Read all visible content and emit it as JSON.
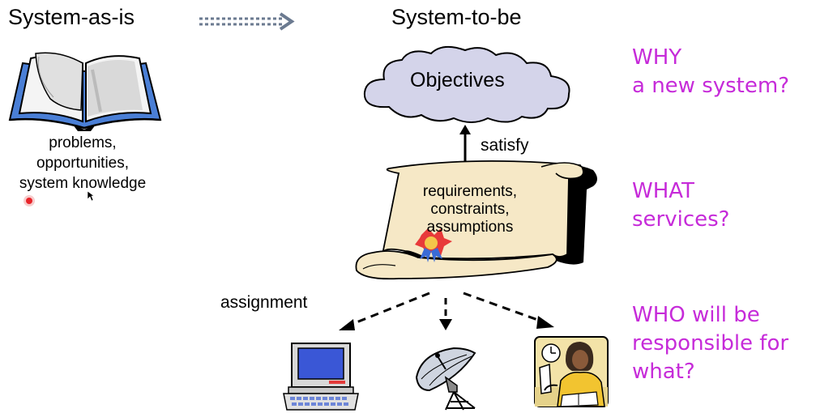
{
  "system_as_is": "System-as-is",
  "system_to_be": "System-to-be",
  "book_caption": [
    "problems,",
    "opportunities,",
    "system knowledge"
  ],
  "cloud_label": "Objectives",
  "satisfy_label": "satisfy",
  "scroll_lines": [
    "requirements,",
    "constraints,",
    "assumptions"
  ],
  "assignment_label": "assignment",
  "questions": {
    "why": [
      "WHY",
      "a new system?"
    ],
    "what": [
      "WHAT",
      "services?"
    ],
    "who": [
      "WHO will be",
      "responsible for",
      "what?"
    ]
  },
  "colors": {
    "question": "#c62bd9",
    "cloud": "#d4d4ea",
    "book_cover": "#4a7fd6",
    "scroll": "#f6e8c6"
  },
  "icons": [
    "book-icon",
    "cloud-shape",
    "scroll-icon",
    "computer-icon",
    "satellite-dish-icon",
    "person-icon"
  ]
}
